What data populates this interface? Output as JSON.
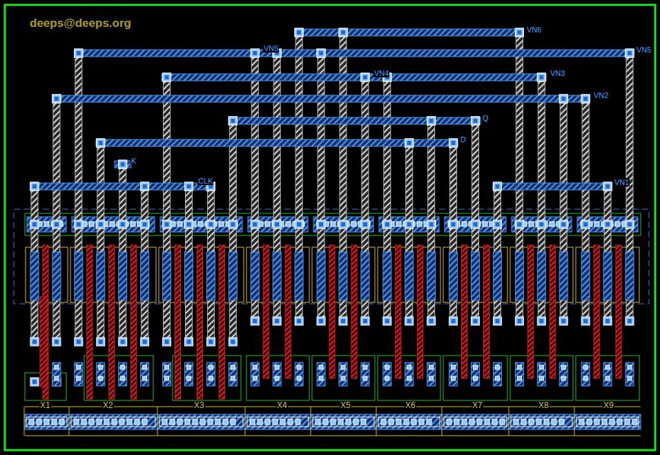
{
  "diagram": {
    "labels": [
      "deeps@deeps.org",
      "VN6",
      "VN5",
      "VN5",
      "VN4",
      "VN3",
      "VN2",
      "Q",
      "D",
      "K",
      "CLK",
      "VN1",
      "X1",
      "X2",
      "X3",
      "X4",
      "X5",
      "X6",
      "X7",
      "X8",
      "X9"
    ]
  }
}
